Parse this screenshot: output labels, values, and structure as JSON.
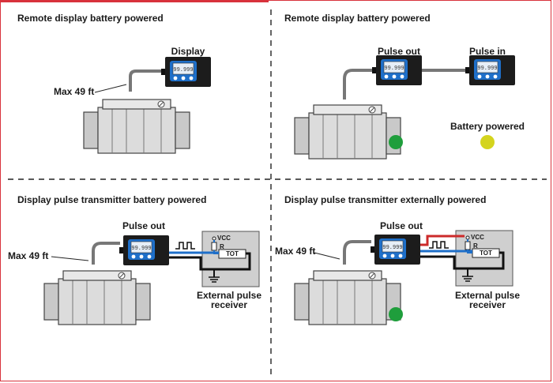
{
  "quadrants": {
    "q1": {
      "title": "Remote display battery powered",
      "display_label": "Display",
      "max_label": "Max 49 ft"
    },
    "q2": {
      "title": "Remote display battery powered",
      "pulse_out_label": "Pulse out",
      "pulse_in_label": "Pulse in",
      "battery_label": "Battery powered"
    },
    "q3": {
      "title": "Display pulse transmitter battery powered",
      "pulse_out_label": "Pulse out",
      "max_label": "Max 49 ft",
      "receiver_line1": "External pulse",
      "receiver_line2": "receiver"
    },
    "q4": {
      "title": "Display pulse transmitter externally powered",
      "pulse_out_label": "Pulse out",
      "max_label": "Max 49 ft",
      "receiver_line1": "External pulse",
      "receiver_line2": "receiver"
    }
  },
  "receiver": {
    "vcc": "VCC",
    "r": "R",
    "tot": "TOT"
  },
  "lcd_reading": "99.999",
  "colors": {
    "frame": "#d8323c",
    "green_dot": "#1f9e3c",
    "yellow_dot": "#d4d41e",
    "signal_blue": "#1e6fc9",
    "power_red": "#cc2a2a"
  }
}
